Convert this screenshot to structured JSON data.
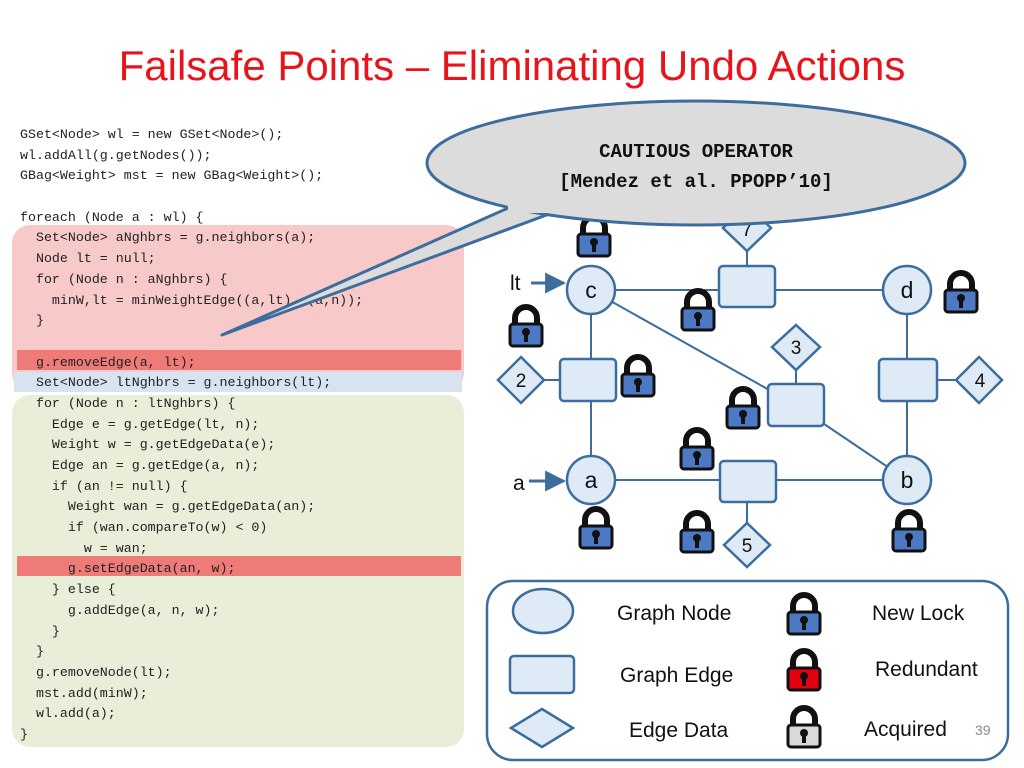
{
  "title": "Failsafe Points – Eliminating Undo Actions",
  "code": [
    "GSet<Node> wl = new GSet<Node>();",
    "wl.addAll(g.getNodes());",
    "GBag<Weight> mst = new GBag<Weight>();",
    "",
    "foreach (Node a : wl) {",
    "  Set<Node> aNghbrs = g.neighbors(a);",
    "  Node lt = null;",
    "  for (Node n : aNghbrs) {",
    "    minW,lt = minWeightEdge((a,lt), (a,n));",
    "  }",
    "",
    "  g.removeEdge(a, lt);",
    "  Set<Node> ltNghbrs = g.neighbors(lt);",
    "  for (Node n : ltNghbrs) {",
    "    Edge e = g.getEdge(lt, n);",
    "    Weight w = g.getEdgeData(e);",
    "    Edge an = g.getEdge(a, n);",
    "    if (an != null) {",
    "      Weight wan = g.getEdgeData(an);",
    "      if (wan.compareTo(w) < 0)",
    "        w = wan;",
    "      g.setEdgeData(an, w);",
    "    } else {",
    "      g.addEdge(a, n, w);",
    "    }",
    "  }",
    "  g.removeNode(lt);",
    "  mst.add(minW);",
    "  wl.add(a);",
    "}"
  ],
  "callout": {
    "line1": "CAUTIOUS OPERATOR",
    "line2": "[Mendez et al. PPOPP’10]"
  },
  "graph": {
    "nodes": {
      "c": "c",
      "d": "d",
      "a": "a",
      "b": "b"
    },
    "pointers": {
      "lt": "lt",
      "a": "a"
    },
    "edge_data": {
      "top": "7",
      "left": "2",
      "middle": "3",
      "right": "4",
      "bottom": "5"
    }
  },
  "legend": {
    "graph_node": "Graph Node",
    "graph_edge": "Graph Edge",
    "edge_data": "Edge Data",
    "new_lock": "New Lock",
    "redundant": "Redundant",
    "acquired": "Acquired"
  },
  "page_number": "39",
  "colors": {
    "title": "#e8141c",
    "node_fill": "#deebf7",
    "stroke": "#3d6d9c",
    "lock_blue": "#4d78c4",
    "lock_red": "#e3000f",
    "lock_gray": "#d9d9d9",
    "highlight_red": "#f8c9c9",
    "highlight_green": "#e9eed9"
  }
}
